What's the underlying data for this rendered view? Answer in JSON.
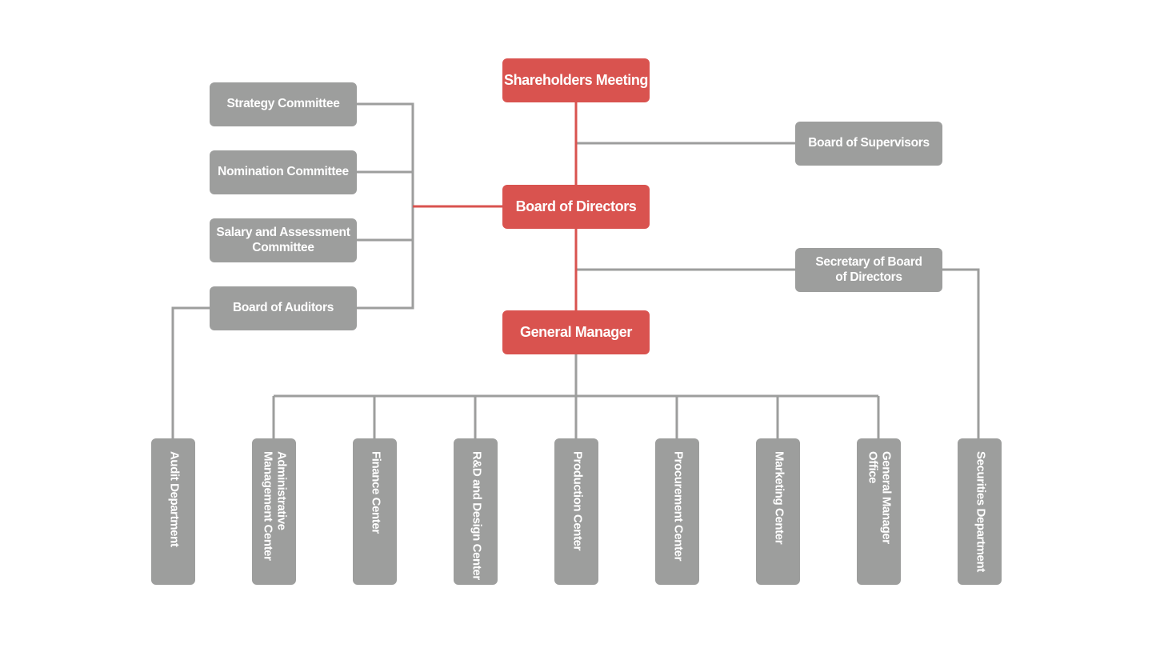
{
  "colors": {
    "executive": "#d9534f",
    "unit": "#9d9e9d",
    "connector_gray": "#9d9e9d",
    "connector_red": "#d9534f"
  },
  "executive": {
    "shareholders_meeting": "Shareholders Meeting",
    "board_of_directors": "Board of Directors",
    "general_manager": "General Manager"
  },
  "committees": {
    "strategy": "Strategy Committee",
    "nomination": "Nomination Committee",
    "salary_line1": "Salary and Assessment",
    "salary_line2": "Committee",
    "auditors": "Board of Auditors"
  },
  "supervisory": {
    "board_of_supervisors": "Board of Supervisors",
    "secretary_line1": "Secretary of Board",
    "secretary_line2": "of Directors"
  },
  "departments": [
    {
      "lines": [
        "Audit Department"
      ]
    },
    {
      "lines": [
        "Administrative",
        "Management Center"
      ]
    },
    {
      "lines": [
        "Finance Center"
      ]
    },
    {
      "lines": [
        "R&D and Design Center"
      ]
    },
    {
      "lines": [
        "Production Center"
      ]
    },
    {
      "lines": [
        "Procurement Center"
      ]
    },
    {
      "lines": [
        "Marketing Center"
      ]
    },
    {
      "lines": [
        "General Manager",
        "Office"
      ]
    },
    {
      "lines": [
        "Securities Department"
      ]
    }
  ]
}
